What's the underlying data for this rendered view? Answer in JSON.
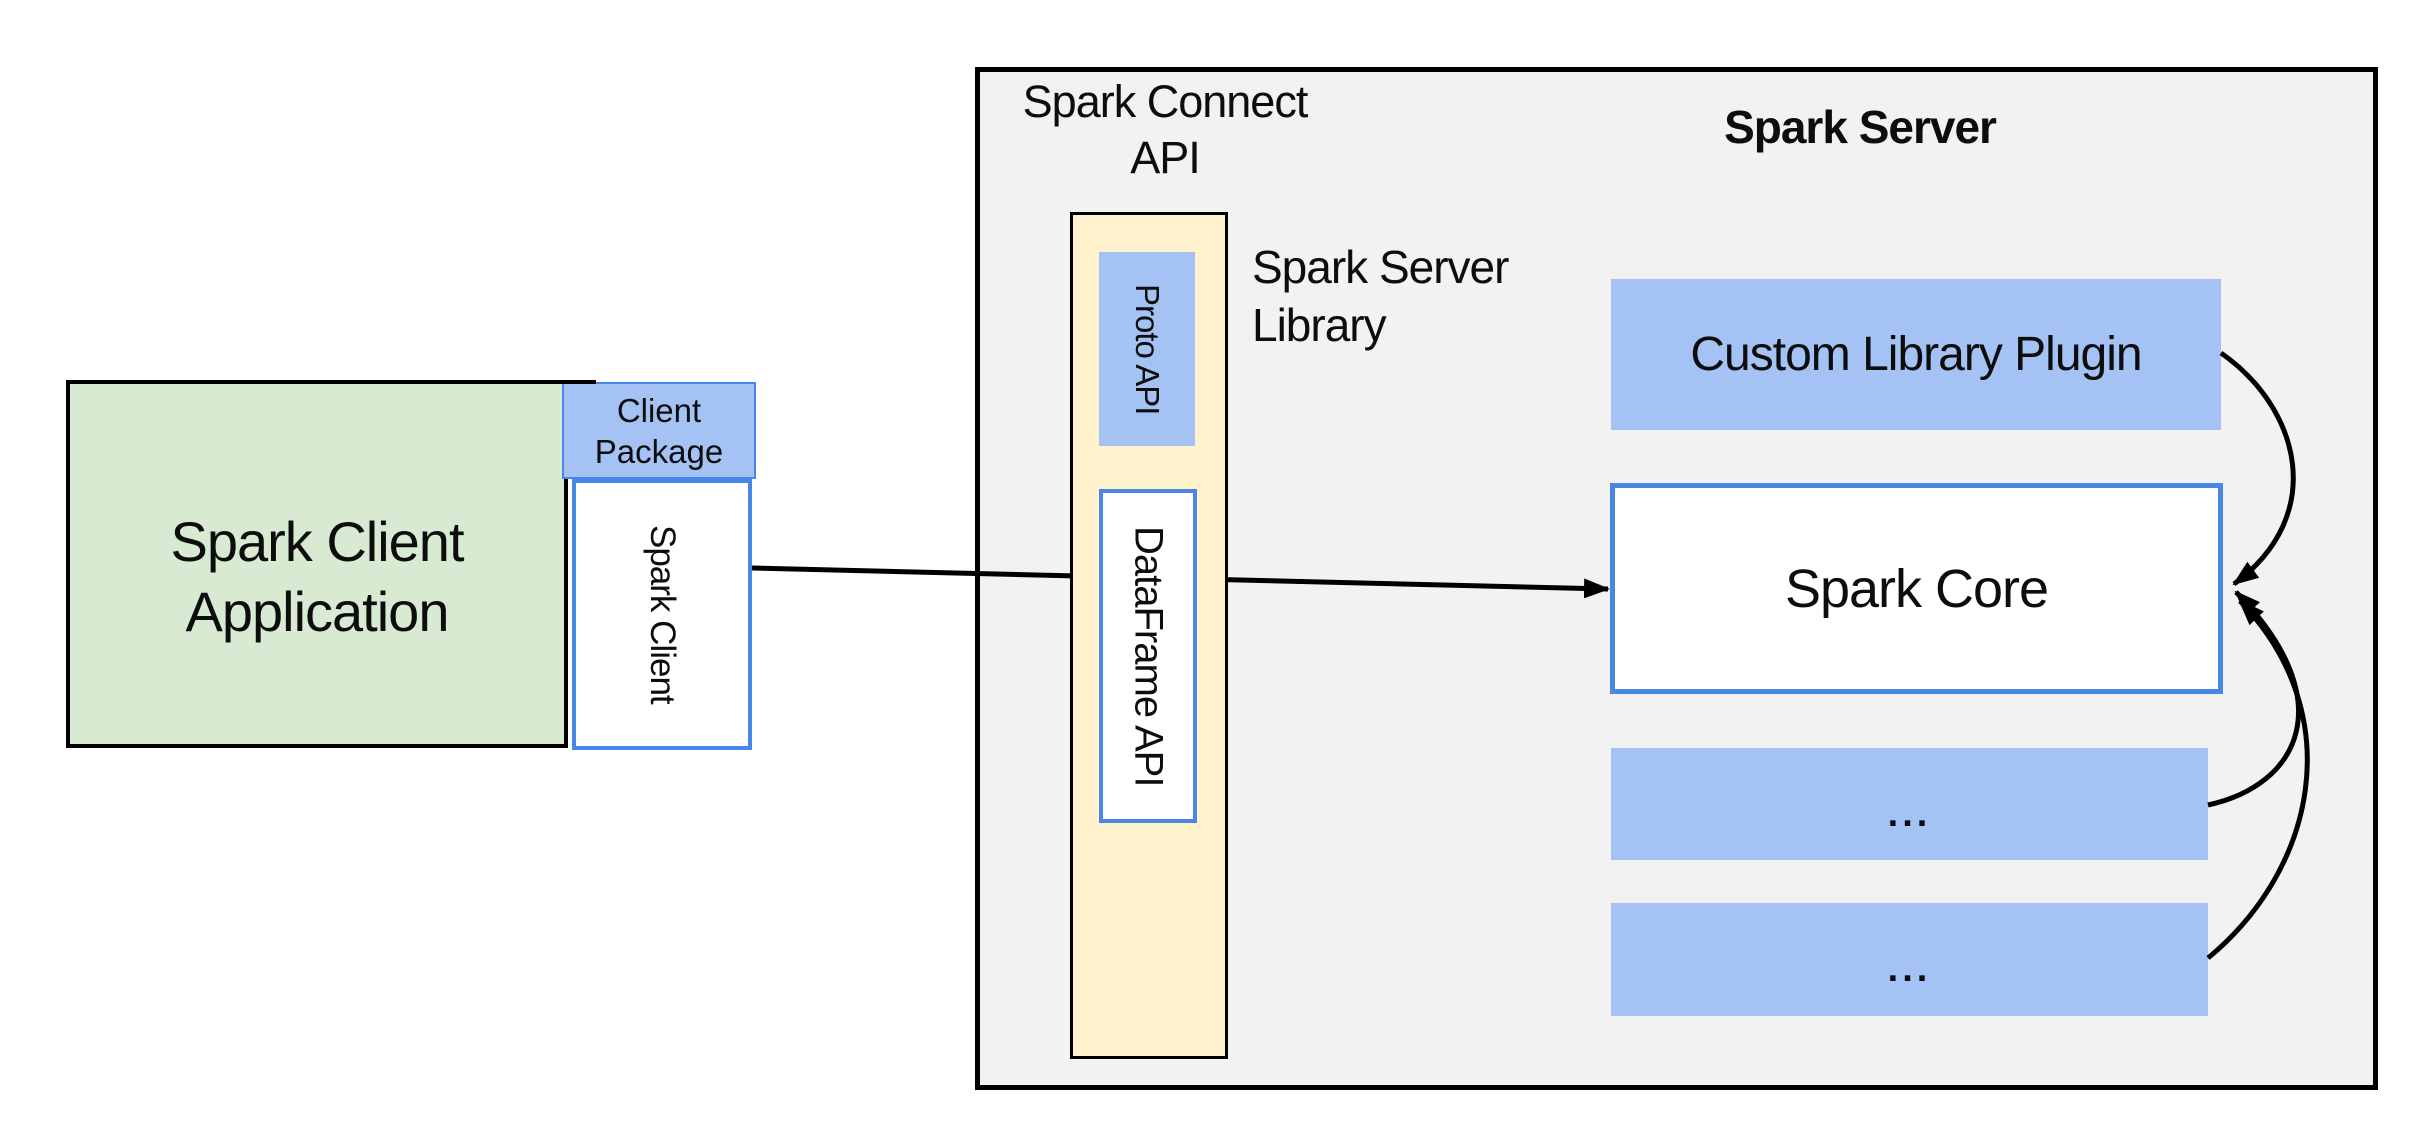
{
  "diagram": {
    "client_application": "Spark Client Application",
    "client_package": "Client Package",
    "spark_client": "Spark Client",
    "spark_connect_api": "Spark Connect API",
    "spark_server_library": "Spark Server Library",
    "proto_api": "Proto API",
    "dataframe_api": "DataFrame API",
    "spark_server": "Spark Server",
    "custom_library_plugin": "Custom Library Plugin",
    "spark_core": "Spark Core",
    "ellipsis_row_1": "...",
    "ellipsis_row_2": "...",
    "colors": {
      "box_blue": "#a4c2f4",
      "box_green": "#d9ead3",
      "box_yellow": "#fff2cc",
      "panel_gray": "#f2f2f2",
      "border_blue": "#4a86e8",
      "line_black": "#000000"
    }
  }
}
